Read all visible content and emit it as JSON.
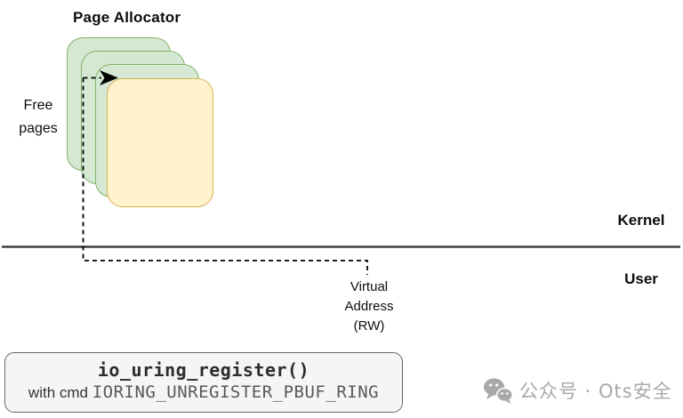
{
  "title": "Page Allocator",
  "labels": {
    "free_pages": "Free\npages",
    "kernel": "Kernel",
    "user": "User",
    "virtual_address": "Virtual\nAddress\n(RW)"
  },
  "code_box": {
    "function": "io_uring_register()",
    "prefix": "with cmd ",
    "cmd": "IORING_UNREGISTER_PBUF_RING"
  },
  "watermark": {
    "icon": "wechat-icon",
    "text": "公众号 · Ots安全"
  },
  "colors": {
    "page_green_fill": "#d5e8d4",
    "page_green_border": "#82b366",
    "page_yellow_fill": "#fff2cc",
    "page_yellow_border": "#d6b656",
    "divider_line": "#3f3f3f",
    "connector_dash": "#000000",
    "code_box_bg": "#f5f5f5",
    "code_box_border": "#666666",
    "code_cmd_text": "#595959",
    "watermark_gray": "#a8a8a8"
  }
}
